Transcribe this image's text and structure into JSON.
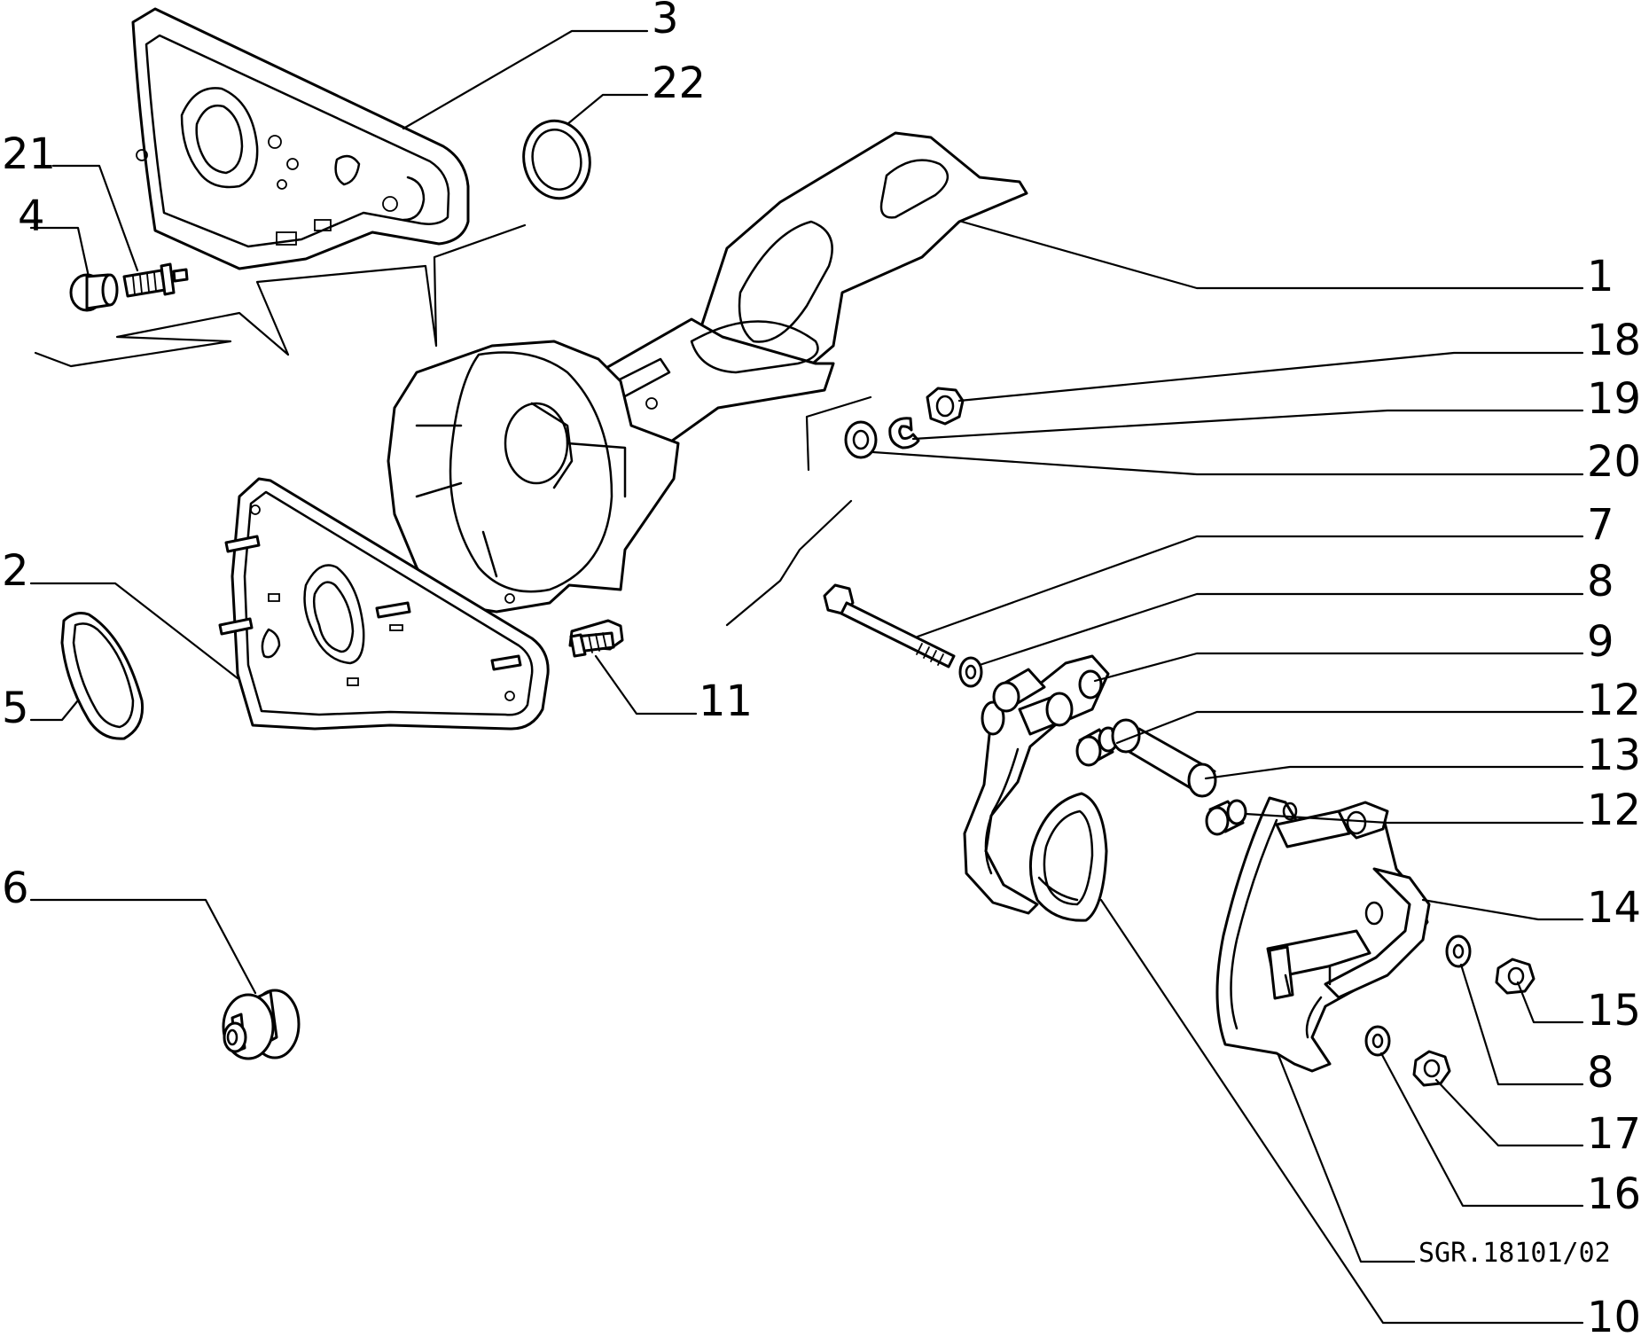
{
  "diagram": {
    "reference_code": "SGR.18101/02",
    "callouts": [
      {
        "id": "c1",
        "label": "1"
      },
      {
        "id": "c2",
        "label": "2"
      },
      {
        "id": "c3",
        "label": "3"
      },
      {
        "id": "c4",
        "label": "4"
      },
      {
        "id": "c5",
        "label": "5"
      },
      {
        "id": "c6",
        "label": "6"
      },
      {
        "id": "c7",
        "label": "7"
      },
      {
        "id": "c8a",
        "label": "8"
      },
      {
        "id": "c8b",
        "label": "8"
      },
      {
        "id": "c9",
        "label": "9"
      },
      {
        "id": "c10",
        "label": "10"
      },
      {
        "id": "c11",
        "label": "11"
      },
      {
        "id": "c12a",
        "label": "12"
      },
      {
        "id": "c12b",
        "label": "12"
      },
      {
        "id": "c13",
        "label": "13"
      },
      {
        "id": "c14",
        "label": "14"
      },
      {
        "id": "c15",
        "label": "15"
      },
      {
        "id": "c16",
        "label": "16"
      },
      {
        "id": "c17",
        "label": "17"
      },
      {
        "id": "c18",
        "label": "18"
      },
      {
        "id": "c19",
        "label": "19"
      },
      {
        "id": "c20",
        "label": "20"
      },
      {
        "id": "c21",
        "label": "21"
      },
      {
        "id": "c22",
        "label": "22"
      }
    ]
  }
}
